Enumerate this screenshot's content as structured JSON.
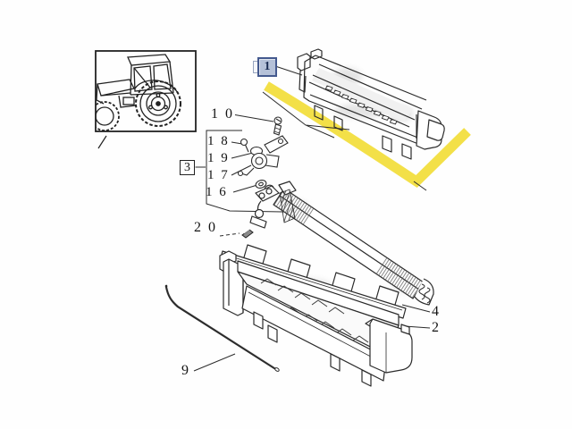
{
  "diagram": {
    "type": "exploded-parts-diagram",
    "callouts": {
      "part1": "1",
      "part10": "1 0",
      "part18": "1 8",
      "part19": "1 9",
      "part17": "1 7",
      "part16": "1 6",
      "group3": "3",
      "part20": "2 0",
      "part4": "4",
      "part2": "2",
      "part9": "9"
    },
    "colors": {
      "highlight_marker": "#f2dd38",
      "badge_fill": "#b5c1d8",
      "badge_border": "#44598e",
      "badge_text": "#1a2c52",
      "line": "#2b2b2b",
      "background": "#ffffff"
    },
    "icons": {
      "thumbnail": "tractor-side-view"
    }
  }
}
